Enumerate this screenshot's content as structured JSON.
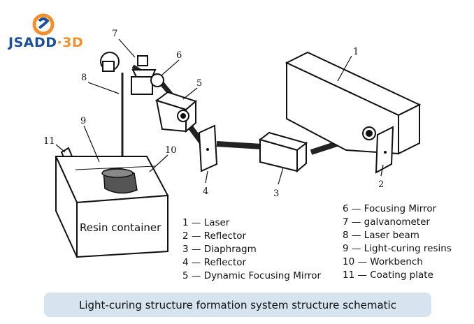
{
  "logo": {
    "brand": "JSADD",
    "separator": "·",
    "suffix": "3D",
    "icon": "s-swirl-logo-icon"
  },
  "diagram": {
    "numbers": [
      "1",
      "2",
      "3",
      "4",
      "5",
      "6",
      "7",
      "8",
      "9",
      "10",
      "11"
    ],
    "resin_label": "Resin container"
  },
  "legend_left": [
    "1 — Laser",
    "2 — Reflector",
    "3 — Diaphragm",
    "4 — Reflector",
    "5 — Dynamic Focusing Mirror"
  ],
  "legend_right": [
    "6 — Focusing Mirror",
    "7 — galvanometer",
    "8 — Laser beam",
    "9 — Light-curing resins",
    "10 — Workbench",
    "11 — Coating plate"
  ],
  "caption": "Light-curing structure formation system structure schematic",
  "colors": {
    "logo_blue": "#1b4f9c",
    "logo_orange": "#f0912b",
    "caption_bg": "#d6e4f0"
  }
}
